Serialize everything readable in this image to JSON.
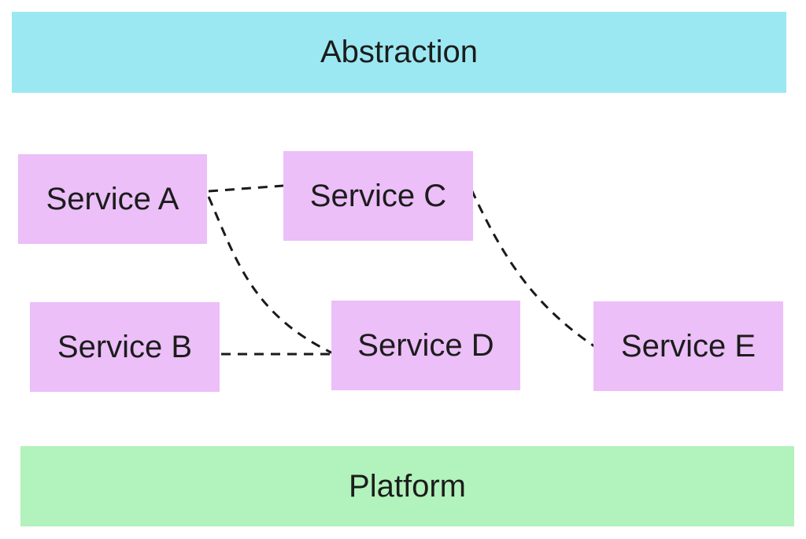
{
  "colors": {
    "abstraction": "#9ce8f2",
    "service": "#ecbff8",
    "platform": "#b2f2bc",
    "connector": "#1a1a1a"
  },
  "layers": {
    "abstraction": "Abstraction",
    "platform": "Platform"
  },
  "services": {
    "a": "Service A",
    "b": "Service B",
    "c": "Service C",
    "d": "Service D",
    "e": "Service E"
  },
  "connections": [
    {
      "from": "Service A",
      "to": "Service C"
    },
    {
      "from": "Service A",
      "to": "Service D"
    },
    {
      "from": "Service B",
      "to": "Service D"
    },
    {
      "from": "Service C",
      "to": "Service E"
    }
  ]
}
